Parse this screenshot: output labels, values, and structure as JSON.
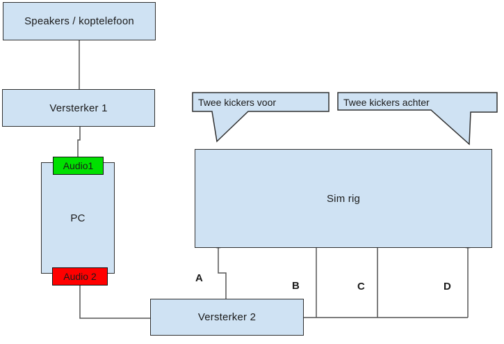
{
  "nodes": {
    "speakers": "Speakers / koptelefoon",
    "versterker1": "Versterker 1",
    "audio1": "Audio1",
    "pc": "PC",
    "audio2": "Audio 2",
    "sim_rig": "Sim rig",
    "versterker2": "Versterker 2"
  },
  "callouts": {
    "voor": "Twee kickers voor",
    "achter": "Twee kickers achter"
  },
  "channel_labels": {
    "a": "A",
    "b": "B",
    "c": "C",
    "d": "D"
  },
  "colors": {
    "box_fill": "#cfe2f3",
    "box_border": "#2f2f2f",
    "connector": "#545454",
    "kicker_red": "#ff0000",
    "audio1_green": "#00e000",
    "audio2_red": "#ff0000",
    "text": "#1a1a1a"
  }
}
